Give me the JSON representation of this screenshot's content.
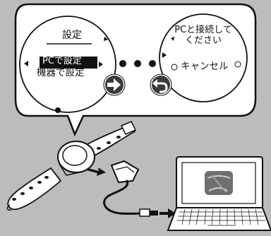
{
  "screen_left": {
    "title": "設定",
    "options": [
      "PCで設定",
      "機器で設定"
    ],
    "selected": "PCで設定"
  },
  "screen_right": {
    "message": "PCと接続してください",
    "button": "キャンセル"
  },
  "colors": {
    "background": "#bcbcbc",
    "bubble": "#ffffff",
    "outline": "#111111",
    "button_fill": "#3a3a3a"
  },
  "icons": [
    "arrow-right-icon",
    "return-icon",
    "usb-plug-icon",
    "laptop-icon"
  ]
}
